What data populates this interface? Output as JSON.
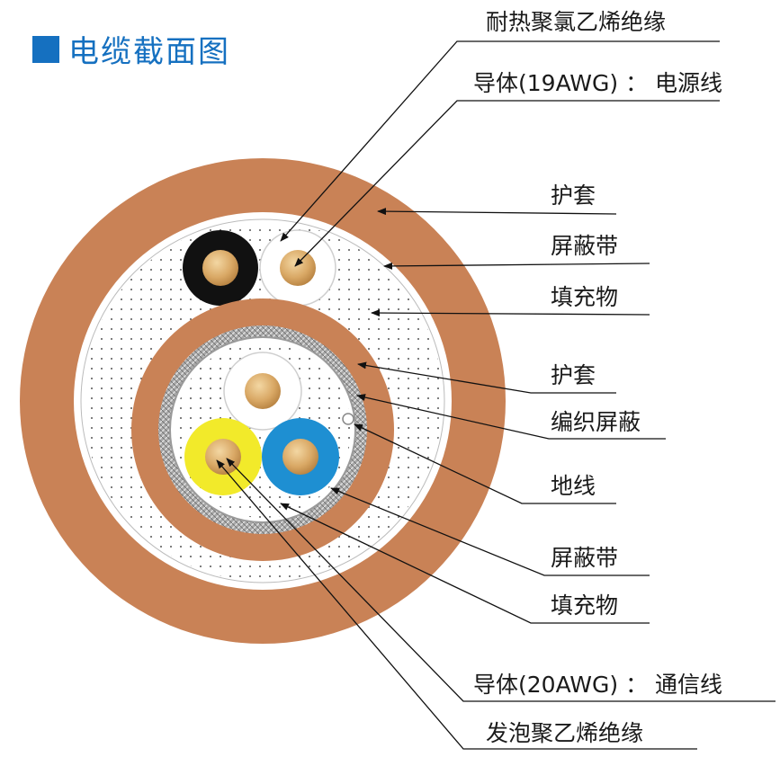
{
  "title": "电缆截面图",
  "labels": {
    "heat_pvc": "耐热聚氯乙烯绝缘",
    "conductor_19awg": "导体(19AWG) ： 电源线",
    "outer_sheath": "护套",
    "outer_shield_tape": "屏蔽带",
    "outer_filler": "填充物",
    "inner_sheath": "护套",
    "braid_shield": "编织屏蔽",
    "ground_wire": "地线",
    "inner_shield_tape": "屏蔽带",
    "inner_filler": "填充物",
    "conductor_20awg": "导体(20AWG) ： 通信线",
    "foam_pe": "发泡聚乙烯绝缘"
  },
  "colors": {
    "title": "#1570c0",
    "sheath": "#c98256",
    "copper": "#d9aa6a",
    "black_insulation": "#111111",
    "blue_insulation": "#1e8fd2",
    "yellow_insulation": "#f2ea2a",
    "white_insulation": "#ffffff",
    "braid": "#9a9a9a"
  }
}
